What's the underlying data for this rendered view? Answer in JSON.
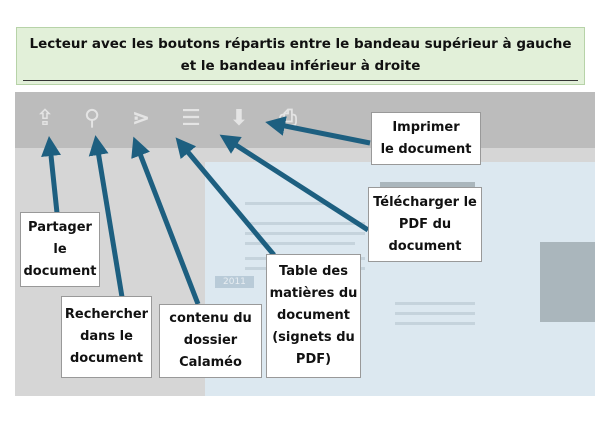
{
  "title": {
    "line1": "Lecteur avec les boutons répartis entre le bandeau supérieur à gauche",
    "line2": "et le bandeau inférieur à droite"
  },
  "toolbar": {
    "icons": [
      "share-icon",
      "search-icon",
      "folder-content-icon",
      "table-of-contents-icon",
      "download-icon",
      "print-icon"
    ]
  },
  "document": {
    "badge": "2011"
  },
  "callouts": {
    "share": [
      "Partager",
      "le",
      "document"
    ],
    "search": [
      "Rechercher",
      "dans le",
      "document"
    ],
    "content": [
      "contenu du",
      "dossier",
      "Calaméo"
    ],
    "toc": [
      "Table des",
      "matières du",
      "document",
      "(signets du",
      "PDF)"
    ],
    "download": [
      "Télécharger le",
      "PDF du",
      "document"
    ],
    "print": [
      "Imprimer",
      "le document"
    ]
  },
  "colors": {
    "arrow": "#1d5f80",
    "header_bg": "#e2f0d9",
    "toolbar": "#bcbcbc"
  }
}
